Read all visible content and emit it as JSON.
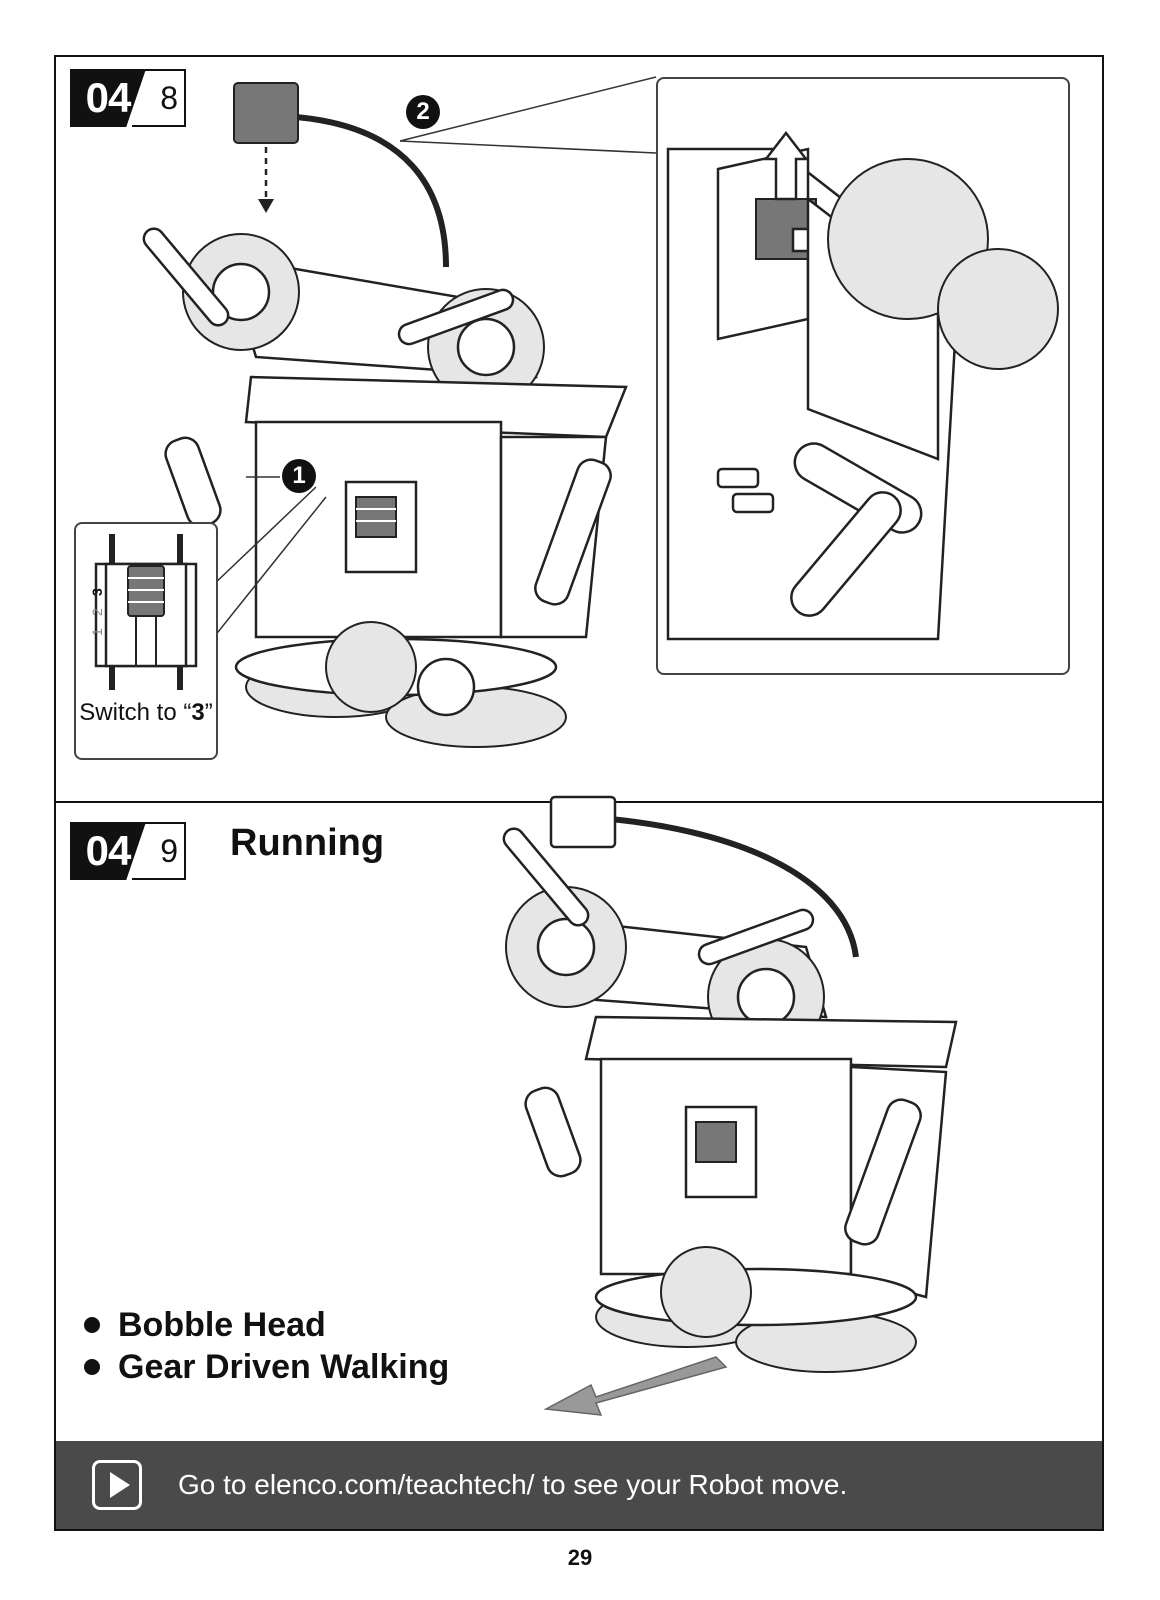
{
  "step_8": {
    "badge_major": "04",
    "badge_minor": "8",
    "callout_1": "1",
    "callout_2": "2",
    "inset_caption_prefix": "Switch to",
    "inset_caption_value": "3",
    "switch_labels": [
      "1",
      "2",
      "3"
    ]
  },
  "step_9": {
    "badge_major": "04",
    "badge_minor": "9",
    "title": "Running",
    "features": [
      "Bobble Head",
      "Gear Driven Walking"
    ]
  },
  "footer": {
    "icon": "play-icon",
    "text": "Go to elenco.com/teachtech/ to see your Robot move."
  },
  "page_number": "29"
}
